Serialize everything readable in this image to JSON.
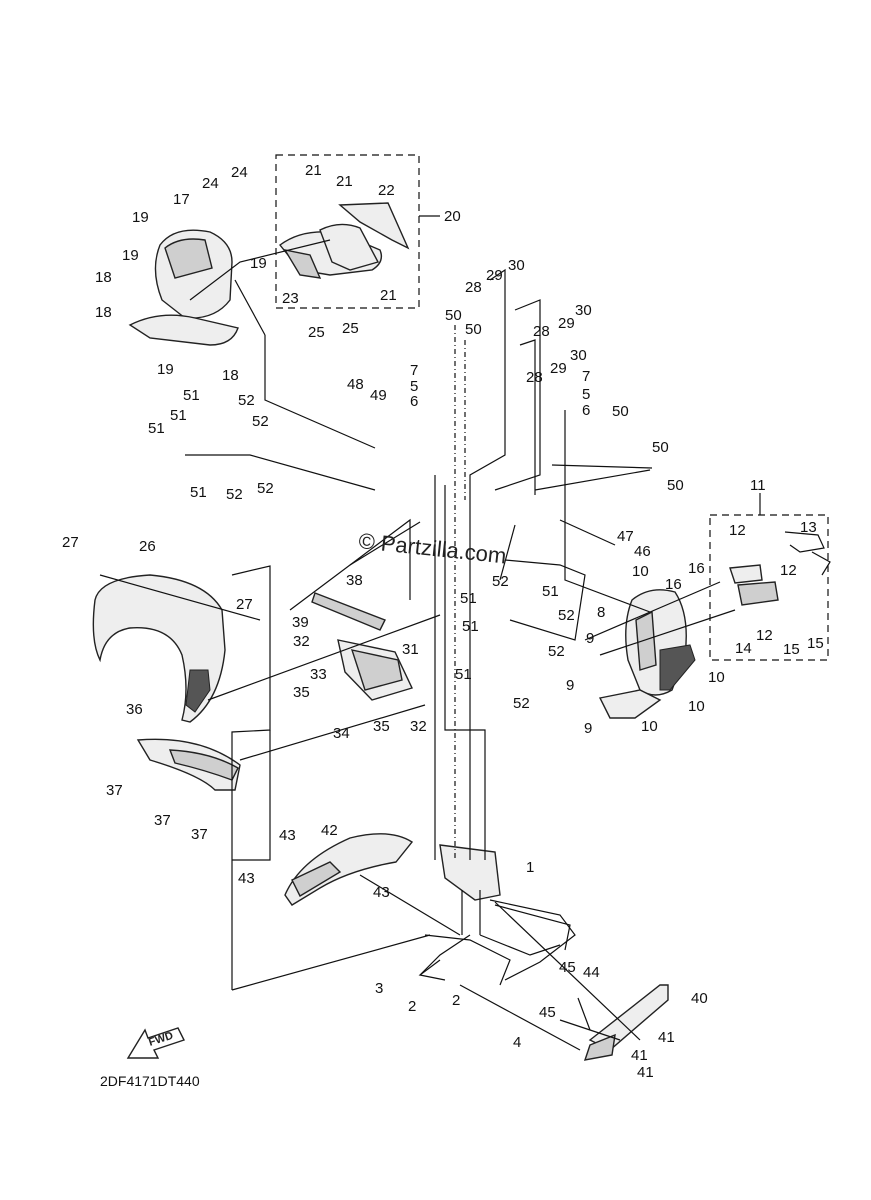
{
  "watermark": "© Partzilla.com",
  "diagram_code": "2DF4171DT440",
  "fwd_label": "FWD",
  "callouts": [
    {
      "id": "c21a",
      "text": "21"
    },
    {
      "id": "c21b",
      "text": "21"
    },
    {
      "id": "c21c",
      "text": "21"
    },
    {
      "id": "c22",
      "text": "22"
    },
    {
      "id": "c20",
      "text": "20"
    },
    {
      "id": "c23",
      "text": "23"
    },
    {
      "id": "c25a",
      "text": "25"
    },
    {
      "id": "c25b",
      "text": "25"
    },
    {
      "id": "c24a",
      "text": "24"
    },
    {
      "id": "c24b",
      "text": "24"
    },
    {
      "id": "c17",
      "text": "17"
    },
    {
      "id": "c19a",
      "text": "19"
    },
    {
      "id": "c19b",
      "text": "19"
    },
    {
      "id": "c19c",
      "text": "19"
    },
    {
      "id": "c19d",
      "text": "19"
    },
    {
      "id": "c18a",
      "text": "18"
    },
    {
      "id": "c18b",
      "text": "18"
    },
    {
      "id": "c18c",
      "text": "18"
    },
    {
      "id": "c30a",
      "text": "30"
    },
    {
      "id": "c29a",
      "text": "29"
    },
    {
      "id": "c28a",
      "text": "28"
    },
    {
      "id": "c30b",
      "text": "30"
    },
    {
      "id": "c28b",
      "text": "28"
    },
    {
      "id": "c29b",
      "text": "29"
    },
    {
      "id": "c30c",
      "text": "30"
    },
    {
      "id": "c28c",
      "text": "28"
    },
    {
      "id": "c29c",
      "text": "29"
    },
    {
      "id": "c50a",
      "text": "50"
    },
    {
      "id": "c50b",
      "text": "50"
    },
    {
      "id": "c7a",
      "text": "7"
    },
    {
      "id": "c5a",
      "text": "5"
    },
    {
      "id": "c6a",
      "text": "6"
    },
    {
      "id": "c48",
      "text": "48"
    },
    {
      "id": "c49",
      "text": "49"
    },
    {
      "id": "c7b",
      "text": "7"
    },
    {
      "id": "c5b",
      "text": "5"
    },
    {
      "id": "c6b",
      "text": "6"
    },
    {
      "id": "c50c",
      "text": "50"
    },
    {
      "id": "c50d",
      "text": "50"
    },
    {
      "id": "c50e",
      "text": "50"
    },
    {
      "id": "c51a",
      "text": "51"
    },
    {
      "id": "c52a",
      "text": "52"
    },
    {
      "id": "c51b",
      "text": "51"
    },
    {
      "id": "c51c",
      "text": "51"
    },
    {
      "id": "c52b",
      "text": "52"
    },
    {
      "id": "c51d",
      "text": "51"
    },
    {
      "id": "c52c",
      "text": "52"
    },
    {
      "id": "c52d",
      "text": "52"
    },
    {
      "id": "c11",
      "text": "11"
    },
    {
      "id": "c12a",
      "text": "12"
    },
    {
      "id": "c13",
      "text": "13"
    },
    {
      "id": "c12b",
      "text": "12"
    },
    {
      "id": "c16a",
      "text": "16"
    },
    {
      "id": "c16b",
      "text": "16"
    },
    {
      "id": "c12c",
      "text": "12"
    },
    {
      "id": "c14",
      "text": "14"
    },
    {
      "id": "c15a",
      "text": "15"
    },
    {
      "id": "c15b",
      "text": "15"
    },
    {
      "id": "c47",
      "text": "47"
    },
    {
      "id": "c46",
      "text": "46"
    },
    {
      "id": "c10a",
      "text": "10"
    },
    {
      "id": "c8",
      "text": "8"
    },
    {
      "id": "c9a",
      "text": "9"
    },
    {
      "id": "c9b",
      "text": "9"
    },
    {
      "id": "c9c",
      "text": "9"
    },
    {
      "id": "c10b",
      "text": "10"
    },
    {
      "id": "c10c",
      "text": "10"
    },
    {
      "id": "c10d",
      "text": "10"
    },
    {
      "id": "c27a",
      "text": "27"
    },
    {
      "id": "c26",
      "text": "26"
    },
    {
      "id": "c27b",
      "text": "27"
    },
    {
      "id": "c38",
      "text": "38"
    },
    {
      "id": "c39",
      "text": "39"
    },
    {
      "id": "c32a",
      "text": "32"
    },
    {
      "id": "c31",
      "text": "31"
    },
    {
      "id": "c33",
      "text": "33"
    },
    {
      "id": "c35a",
      "text": "35"
    },
    {
      "id": "c34",
      "text": "34"
    },
    {
      "id": "c35b",
      "text": "35"
    },
    {
      "id": "c32b",
      "text": "32"
    },
    {
      "id": "c52e",
      "text": "52"
    },
    {
      "id": "c51e",
      "text": "51"
    },
    {
      "id": "c51f",
      "text": "51"
    },
    {
      "id": "c52f",
      "text": "52"
    },
    {
      "id": "c51g",
      "text": "51"
    },
    {
      "id": "c52g",
      "text": "52"
    },
    {
      "id": "c51h",
      "text": "51"
    },
    {
      "id": "c52h",
      "text": "52"
    },
    {
      "id": "c36",
      "text": "36"
    },
    {
      "id": "c37a",
      "text": "37"
    },
    {
      "id": "c37b",
      "text": "37"
    },
    {
      "id": "c37c",
      "text": "37"
    },
    {
      "id": "c43a",
      "text": "43"
    },
    {
      "id": "c42",
      "text": "42"
    },
    {
      "id": "c43b",
      "text": "43"
    },
    {
      "id": "c43c",
      "text": "43"
    },
    {
      "id": "c1",
      "text": "1"
    },
    {
      "id": "c3",
      "text": "3"
    },
    {
      "id": "c2a",
      "text": "2"
    },
    {
      "id": "c2b",
      "text": "2"
    },
    {
      "id": "c45a",
      "text": "45"
    },
    {
      "id": "c44",
      "text": "44"
    },
    {
      "id": "c45b",
      "text": "45"
    },
    {
      "id": "c4",
      "text": "4"
    },
    {
      "id": "c40",
      "text": "40"
    },
    {
      "id": "c41a",
      "text": "41"
    },
    {
      "id": "c41b",
      "text": "41"
    },
    {
      "id": "c41c",
      "text": "41"
    }
  ]
}
